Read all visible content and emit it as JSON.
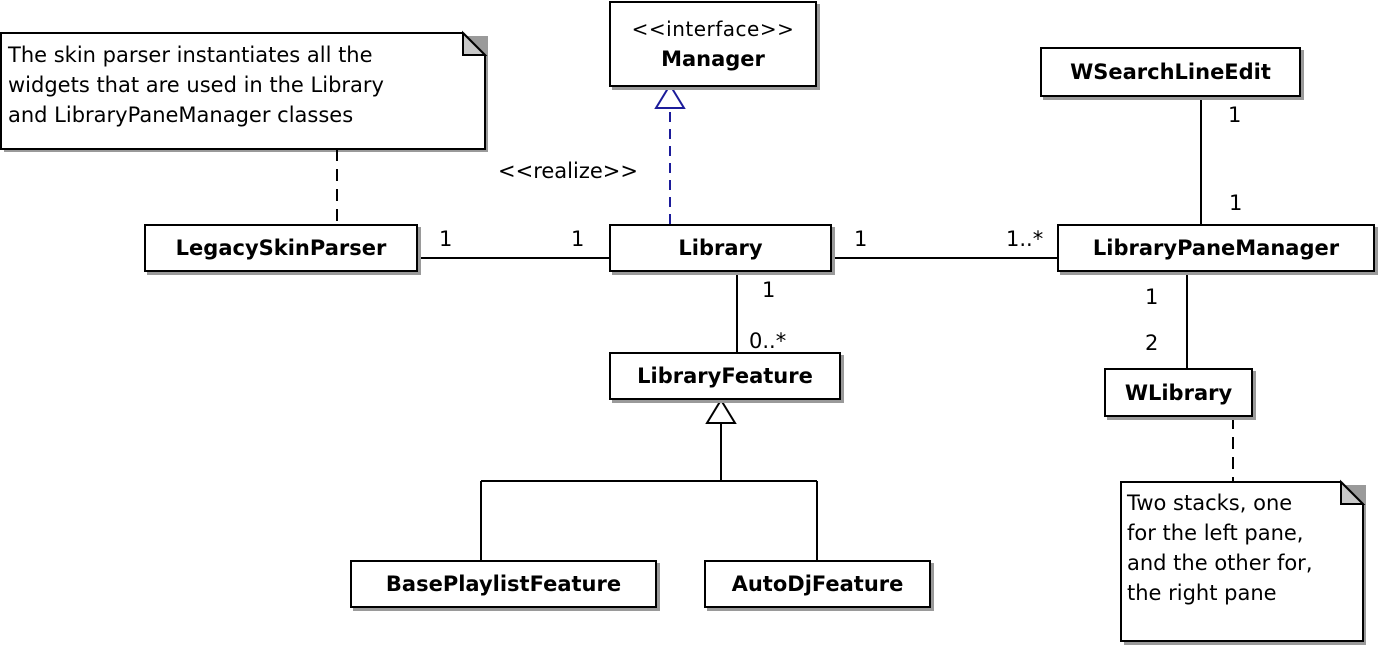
{
  "classes": {
    "manager": {
      "stereotype": "<<interface>>",
      "name": "Manager"
    },
    "wsearchlineedit": {
      "name": "WSearchLineEdit"
    },
    "legacyskinparser": {
      "name": "LegacySkinParser"
    },
    "library": {
      "name": "Library"
    },
    "librarypanemanager": {
      "name": "LibraryPaneManager"
    },
    "libraryfeature": {
      "name": "LibraryFeature"
    },
    "wlibrary": {
      "name": "WLibrary"
    },
    "baseplaylistfeature": {
      "name": "BasePlaylistFeature"
    },
    "autodjfeature": {
      "name": "AutoDjFeature"
    }
  },
  "notes": {
    "skin_parser": [
      "The skin parser instantiates all the",
      "widgets that are used in the Library",
      "and LibraryPaneManager classes"
    ],
    "stacks": [
      "Two stacks, one",
      "for the left pane,",
      "and the other for,",
      "the right pane"
    ]
  },
  "relations": {
    "realize": "<<realize>>",
    "skinparser_library": {
      "left": "1",
      "right": "1"
    },
    "library_panemanager": {
      "left": "1",
      "right": "1..*"
    },
    "library_feature": {
      "top": "1",
      "bottom": "0..*"
    },
    "search_panemanager": {
      "top": "1",
      "bottom": "1"
    },
    "panemanager_wlibrary": {
      "top": "1",
      "bottom": "2"
    }
  },
  "colors": {
    "realize_line": "#1c1c9a",
    "shadow": "#9a9a9a",
    "note_fold": "#c8c8c8"
  }
}
